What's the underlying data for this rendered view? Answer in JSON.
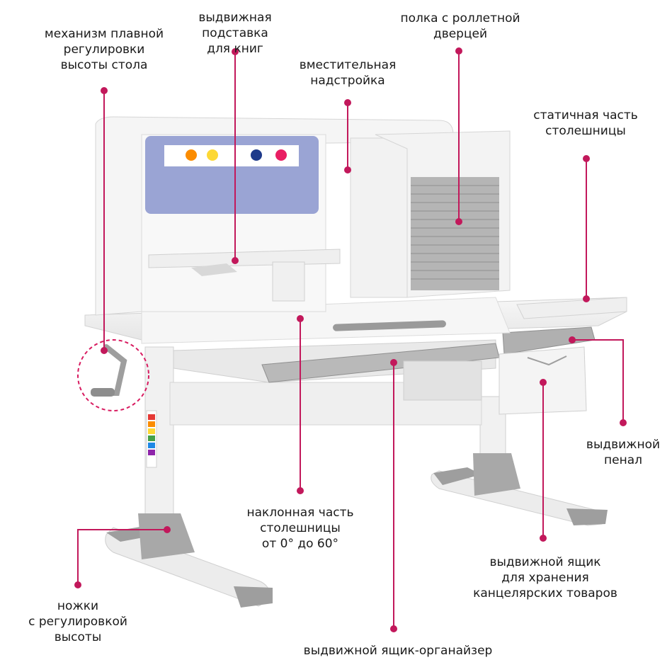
{
  "colors": {
    "accent": "#c2185b",
    "desk": "#f3f3f3",
    "desk_edge": "#d9d9d9",
    "metal": "#9e9e9e",
    "felt": "#9aa4d4",
    "text": "#1a1a1a"
  },
  "labels": {
    "height_mechanism": [
      "механизм плавной",
      "регулировки",
      "высоты стола"
    ],
    "book_stand": [
      "выдвижная",
      "подставка",
      "для книг"
    ],
    "hutch": [
      "вместительная",
      "надстройка"
    ],
    "roller_shelf": [
      "полка с роллетной",
      "дверцей"
    ],
    "static_top": [
      "статичная часть",
      "столешницы"
    ],
    "pencil_drawer": [
      "выдвижной",
      "пенал"
    ],
    "tilt_top": [
      "наклонная часть",
      "столешницы",
      "от 0° до 60°"
    ],
    "storage_drawer": [
      "выдвижной ящик",
      "для хранения",
      "канцелярских товаров"
    ],
    "legs": [
      "ножки",
      "с регулировкой",
      "высоты"
    ],
    "organizer_drawer": [
      "выдвижной ящик-органайзер"
    ]
  }
}
